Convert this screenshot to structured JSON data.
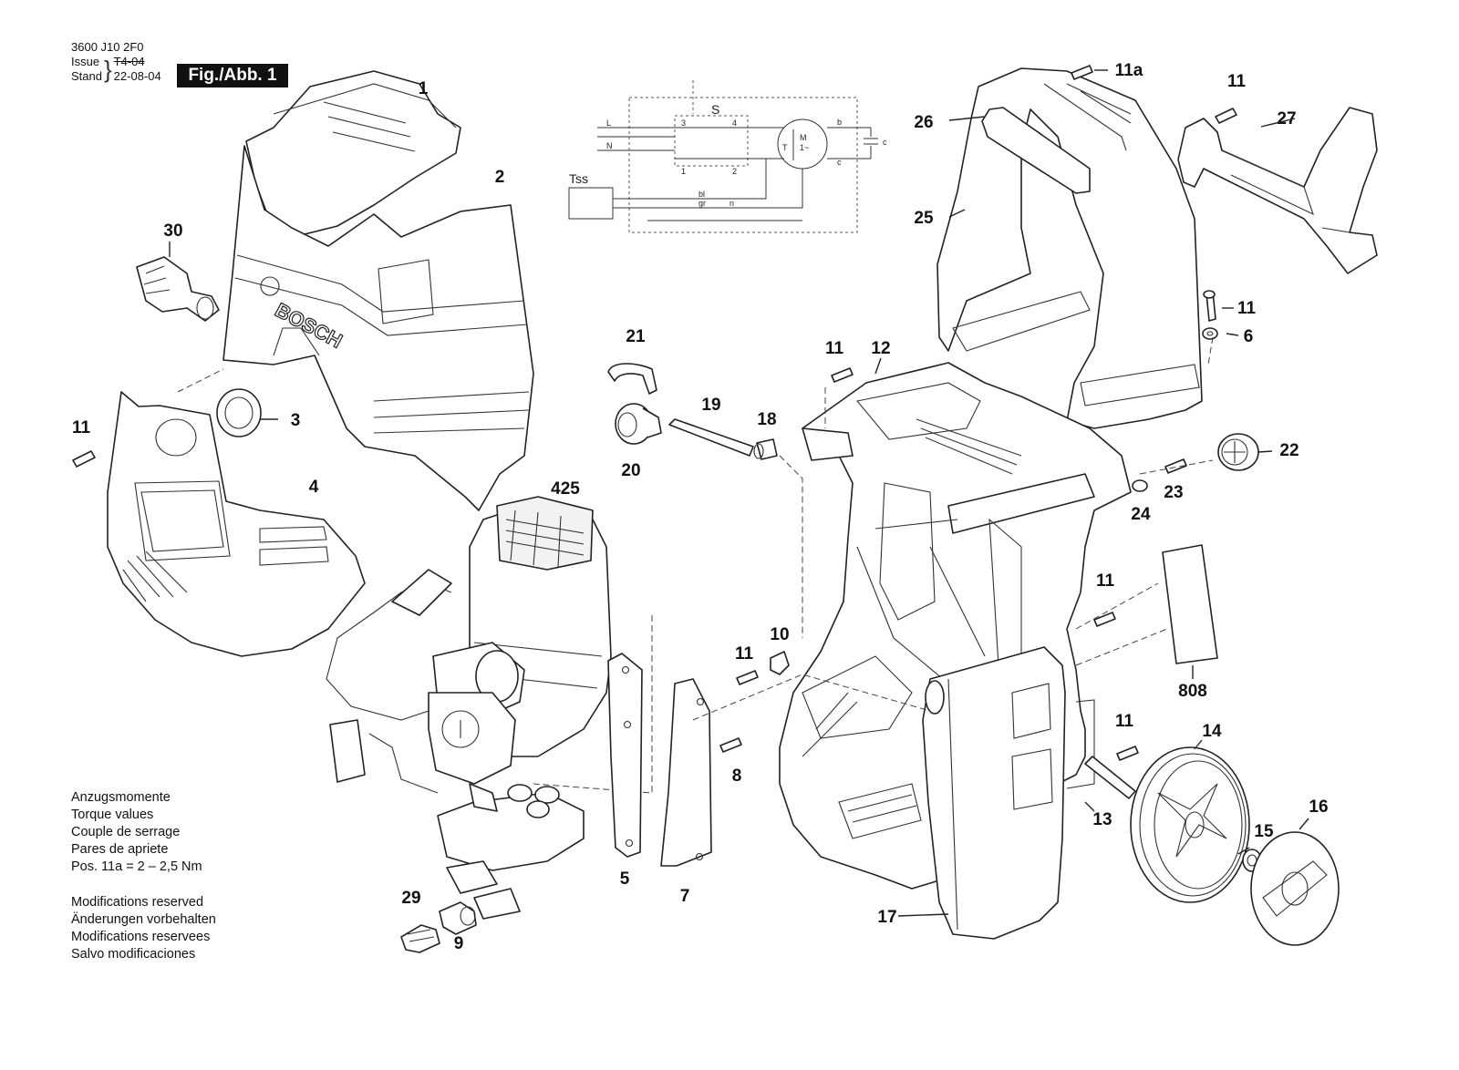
{
  "header": {
    "doc_number": "3600 J10 2F0",
    "issue_label": "Issue",
    "stand_label": "Stand",
    "issue_value": "T4-04",
    "stand_value": "22-08-04",
    "figure_badge": "Fig./Abb. 1"
  },
  "torque_notes": {
    "lines": [
      "Anzugsmomente",
      "Torque values",
      "Couple de serrage",
      "Pares de apriete",
      "Pos. 11a = 2 – 2,5 Nm"
    ]
  },
  "modification_notes": {
    "lines": [
      "Modifications reserved",
      "Änderungen vorbehalten",
      "Modifications reservees",
      "Salvo modificaciones"
    ]
  },
  "brand_mark": "BOSCH",
  "wiring": {
    "switch_label": "S",
    "thermal_switch_label": "Tss",
    "capacitor_label": "c",
    "motor_label": "M",
    "motor_sub_label": "1~",
    "terminal_labels": [
      "3",
      "4",
      "1",
      "2",
      "bl",
      "gr",
      "n",
      "b",
      "c",
      "T",
      "L",
      "N"
    ]
  },
  "callouts": [
    "1",
    "2",
    "3",
    "4",
    "5",
    "6",
    "7",
    "8",
    "9",
    "10",
    "11",
    "11",
    "11",
    "11",
    "11",
    "11",
    "11",
    "11a",
    "12",
    "13",
    "14",
    "15",
    "16",
    "17",
    "18",
    "19",
    "20",
    "21",
    "22",
    "23",
    "24",
    "25",
    "26",
    "27",
    "29",
    "30",
    "425",
    "808"
  ]
}
